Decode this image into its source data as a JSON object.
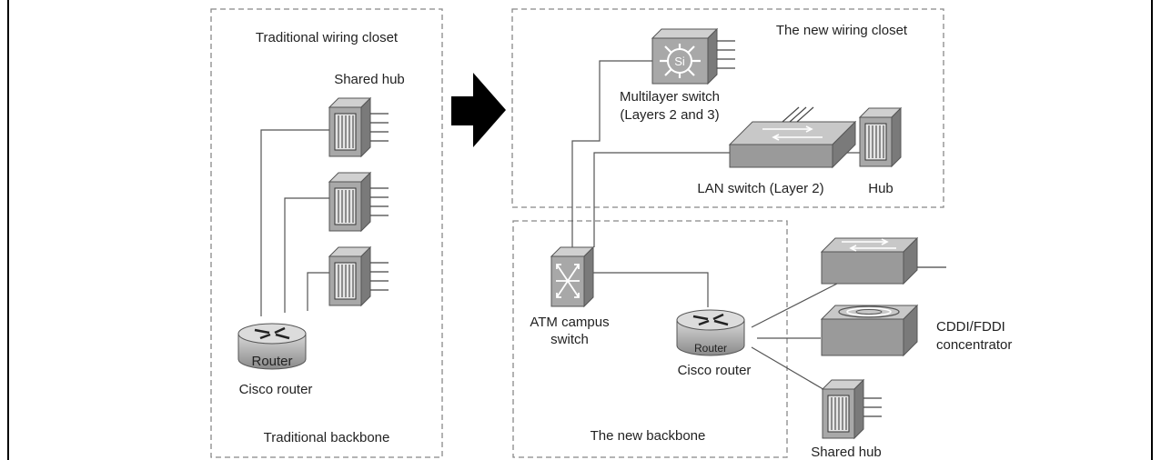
{
  "left": {
    "top_title": "Traditional wiring closet",
    "hub_label": "Shared hub",
    "router_text": "Router",
    "router_label": "Cisco router",
    "bottom_title": "Traditional backbone"
  },
  "right_top": {
    "title": "The new wiring closet",
    "multilayer_icon_text": "Si",
    "multilayer_label_1": "Multilayer switch",
    "multilayer_label_2": "(Layers 2 and 3)",
    "lan_switch_label": "LAN switch (Layer 2)",
    "hub_label": "Hub"
  },
  "right_bottom": {
    "atm_label_1": "ATM campus",
    "atm_label_2": "switch",
    "router_text": "Router",
    "router_label": "Cisco router",
    "title": "The new backbone",
    "cddi_label_1": "CDDI/FDDI",
    "cddi_label_2": "concentrator",
    "shared_hub_label": "Shared hub"
  }
}
